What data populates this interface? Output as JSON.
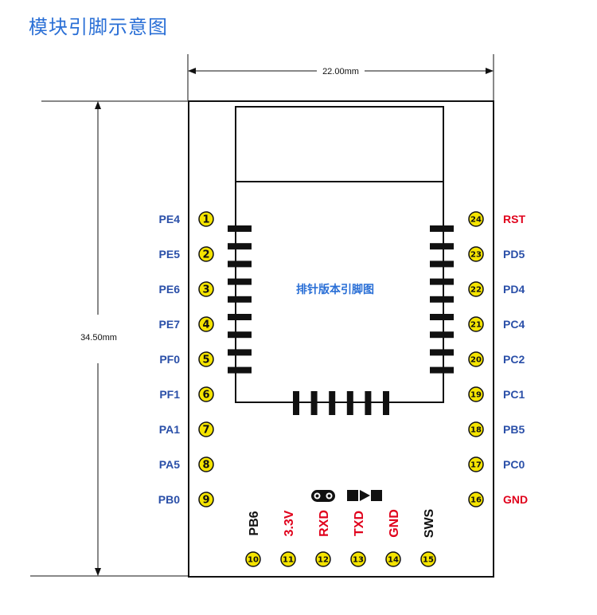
{
  "title": "模块引脚示意图",
  "dimensions": {
    "width": "22.00mm",
    "height": "34.50mm"
  },
  "chip_label": "排针版本引脚图",
  "colors": {
    "title": "#2a6fd6",
    "blue_label": "#2a4fa8",
    "red_label": "#e0001b",
    "black_label": "#111111",
    "badge_fill": "#f5e400"
  },
  "left_pins": [
    {
      "num": "1",
      "name": "PE4",
      "color": "blue"
    },
    {
      "num": "2",
      "name": "PE5",
      "color": "blue"
    },
    {
      "num": "3",
      "name": "PE6",
      "color": "blue"
    },
    {
      "num": "4",
      "name": "PE7",
      "color": "blue"
    },
    {
      "num": "5",
      "name": "PF0",
      "color": "blue"
    },
    {
      "num": "6",
      "name": "PF1",
      "color": "blue"
    },
    {
      "num": "7",
      "name": "PA1",
      "color": "blue"
    },
    {
      "num": "8",
      "name": "PA5",
      "color": "blue"
    },
    {
      "num": "9",
      "name": "PB0",
      "color": "blue"
    }
  ],
  "right_pins": [
    {
      "num": "24",
      "name": "RST",
      "color": "red"
    },
    {
      "num": "23",
      "name": "PD5",
      "color": "blue"
    },
    {
      "num": "22",
      "name": "PD4",
      "color": "blue"
    },
    {
      "num": "21",
      "name": "PC4",
      "color": "blue"
    },
    {
      "num": "20",
      "name": "PC2",
      "color": "blue"
    },
    {
      "num": "19",
      "name": "PC1",
      "color": "blue"
    },
    {
      "num": "18",
      "name": "PB5",
      "color": "blue"
    },
    {
      "num": "17",
      "name": "PC0",
      "color": "blue"
    },
    {
      "num": "16",
      "name": "GND",
      "color": "red"
    }
  ],
  "bottom_pins": [
    {
      "num": "10",
      "name": "PB6",
      "color": "black"
    },
    {
      "num": "11",
      "name": "3.3V",
      "color": "red"
    },
    {
      "num": "12",
      "name": "RXD",
      "color": "red"
    },
    {
      "num": "13",
      "name": "TXD",
      "color": "red"
    },
    {
      "num": "14",
      "name": "GND",
      "color": "red"
    },
    {
      "num": "15",
      "name": "SWS",
      "color": "black"
    }
  ],
  "icons": [
    "led-pair-icon",
    "play-transmit-icon"
  ]
}
